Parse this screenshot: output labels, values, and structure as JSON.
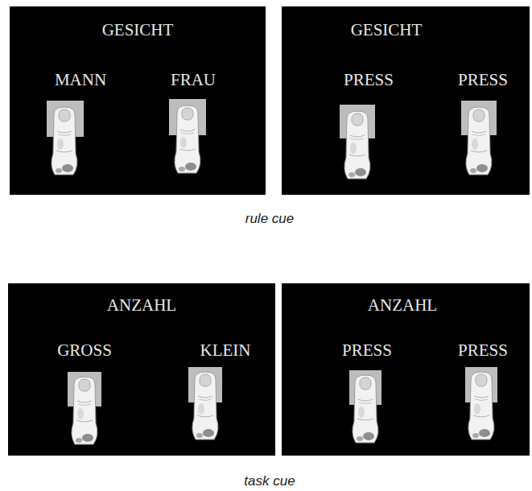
{
  "diagram": {
    "nodes": [
      {
        "text": [
          "GESICHT",
          "MANN",
          "FRAU"
        ]
      },
      {
        "text": [
          "GESICHT",
          "PRESS",
          "PRESS"
        ]
      },
      {
        "text": [
          "ANZAHL",
          "GROSS",
          "KLEIN"
        ]
      },
      {
        "text": [
          "ANZAHL",
          "PRESS",
          "PRESS"
        ]
      }
    ],
    "labels": [
      "rule cue",
      "task cue"
    ]
  }
}
